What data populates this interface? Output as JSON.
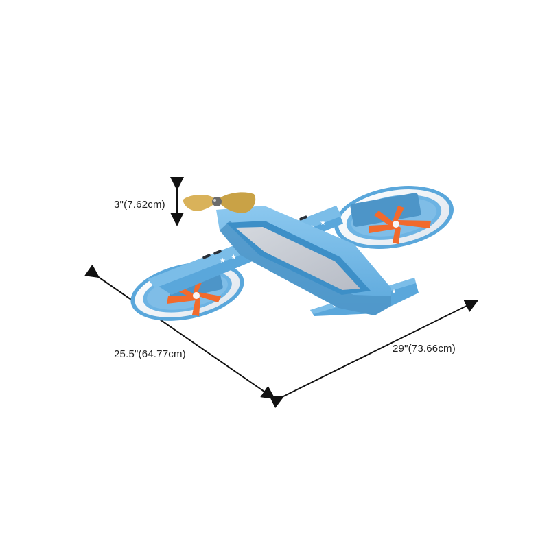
{
  "dimensions": {
    "height_label": "3\"(7.62cm)",
    "depth_label": "25.5\"(64.77cm)",
    "width_label": "29\"(73.66cm)"
  },
  "product": {
    "subject": "airplane ceiling light",
    "body_color": "#6cb3e3",
    "body_shadow_color": "#4d95c8",
    "panel_color": "#c8ccd4",
    "ring_color": "#f4f7fb",
    "propeller_color": "#f26a2c",
    "nose_propeller_color": "#d9b25a",
    "arrow_color": "#111111"
  }
}
